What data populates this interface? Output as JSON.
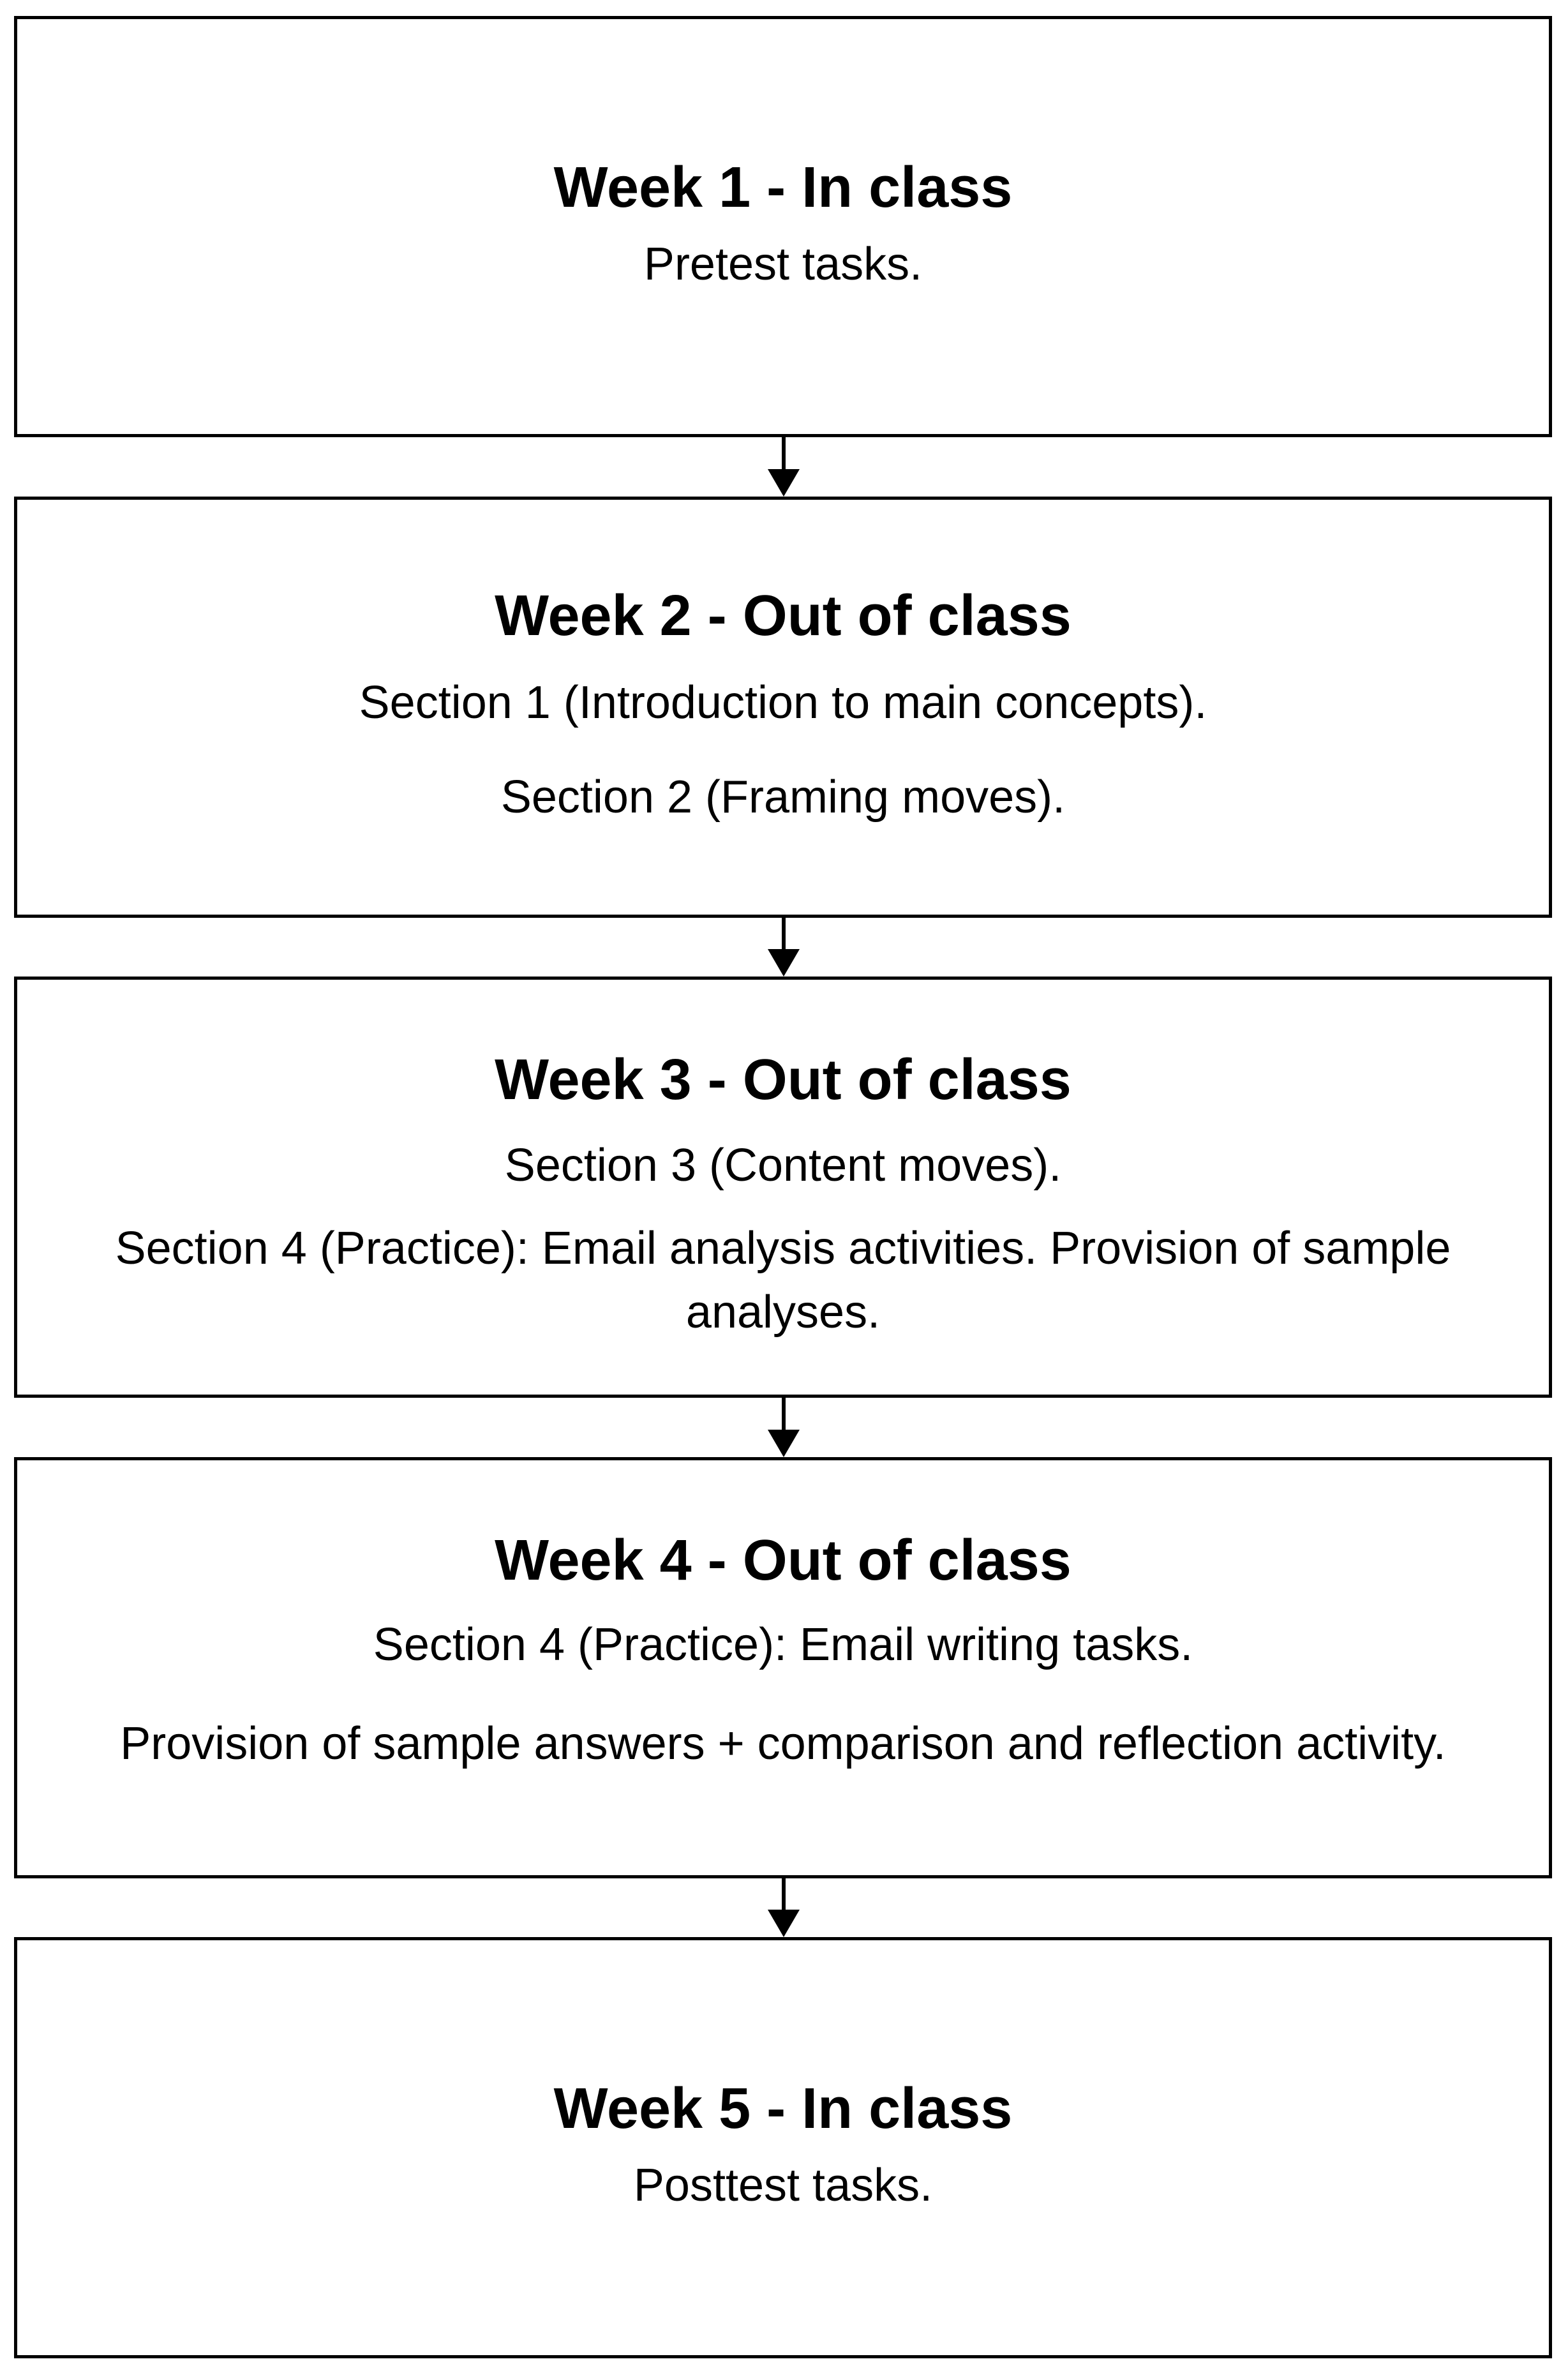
{
  "steps": [
    {
      "title": "Week 1 - In class",
      "lines": [
        "Pretest tasks."
      ]
    },
    {
      "title": "Week 2 - Out of class",
      "lines": [
        "Section 1 (Introduction to main concepts).",
        "Section 2 (Framing moves)."
      ]
    },
    {
      "title": "Week 3 - Out of class",
      "lines": [
        "Section 3 (Content moves).",
        "Section 4 (Practice): Email analysis activities. Provision of sample analyses."
      ]
    },
    {
      "title": "Week 4 - Out of class",
      "lines": [
        "Section 4 (Practice): Email writing tasks.",
        "Provision of sample answers + comparison and reflection activity."
      ]
    },
    {
      "title": "Week 5 - In class",
      "lines": [
        "Posttest tasks."
      ]
    }
  ],
  "colors": {
    "border": "#000000",
    "background": "#ffffff",
    "text": "#000000"
  }
}
